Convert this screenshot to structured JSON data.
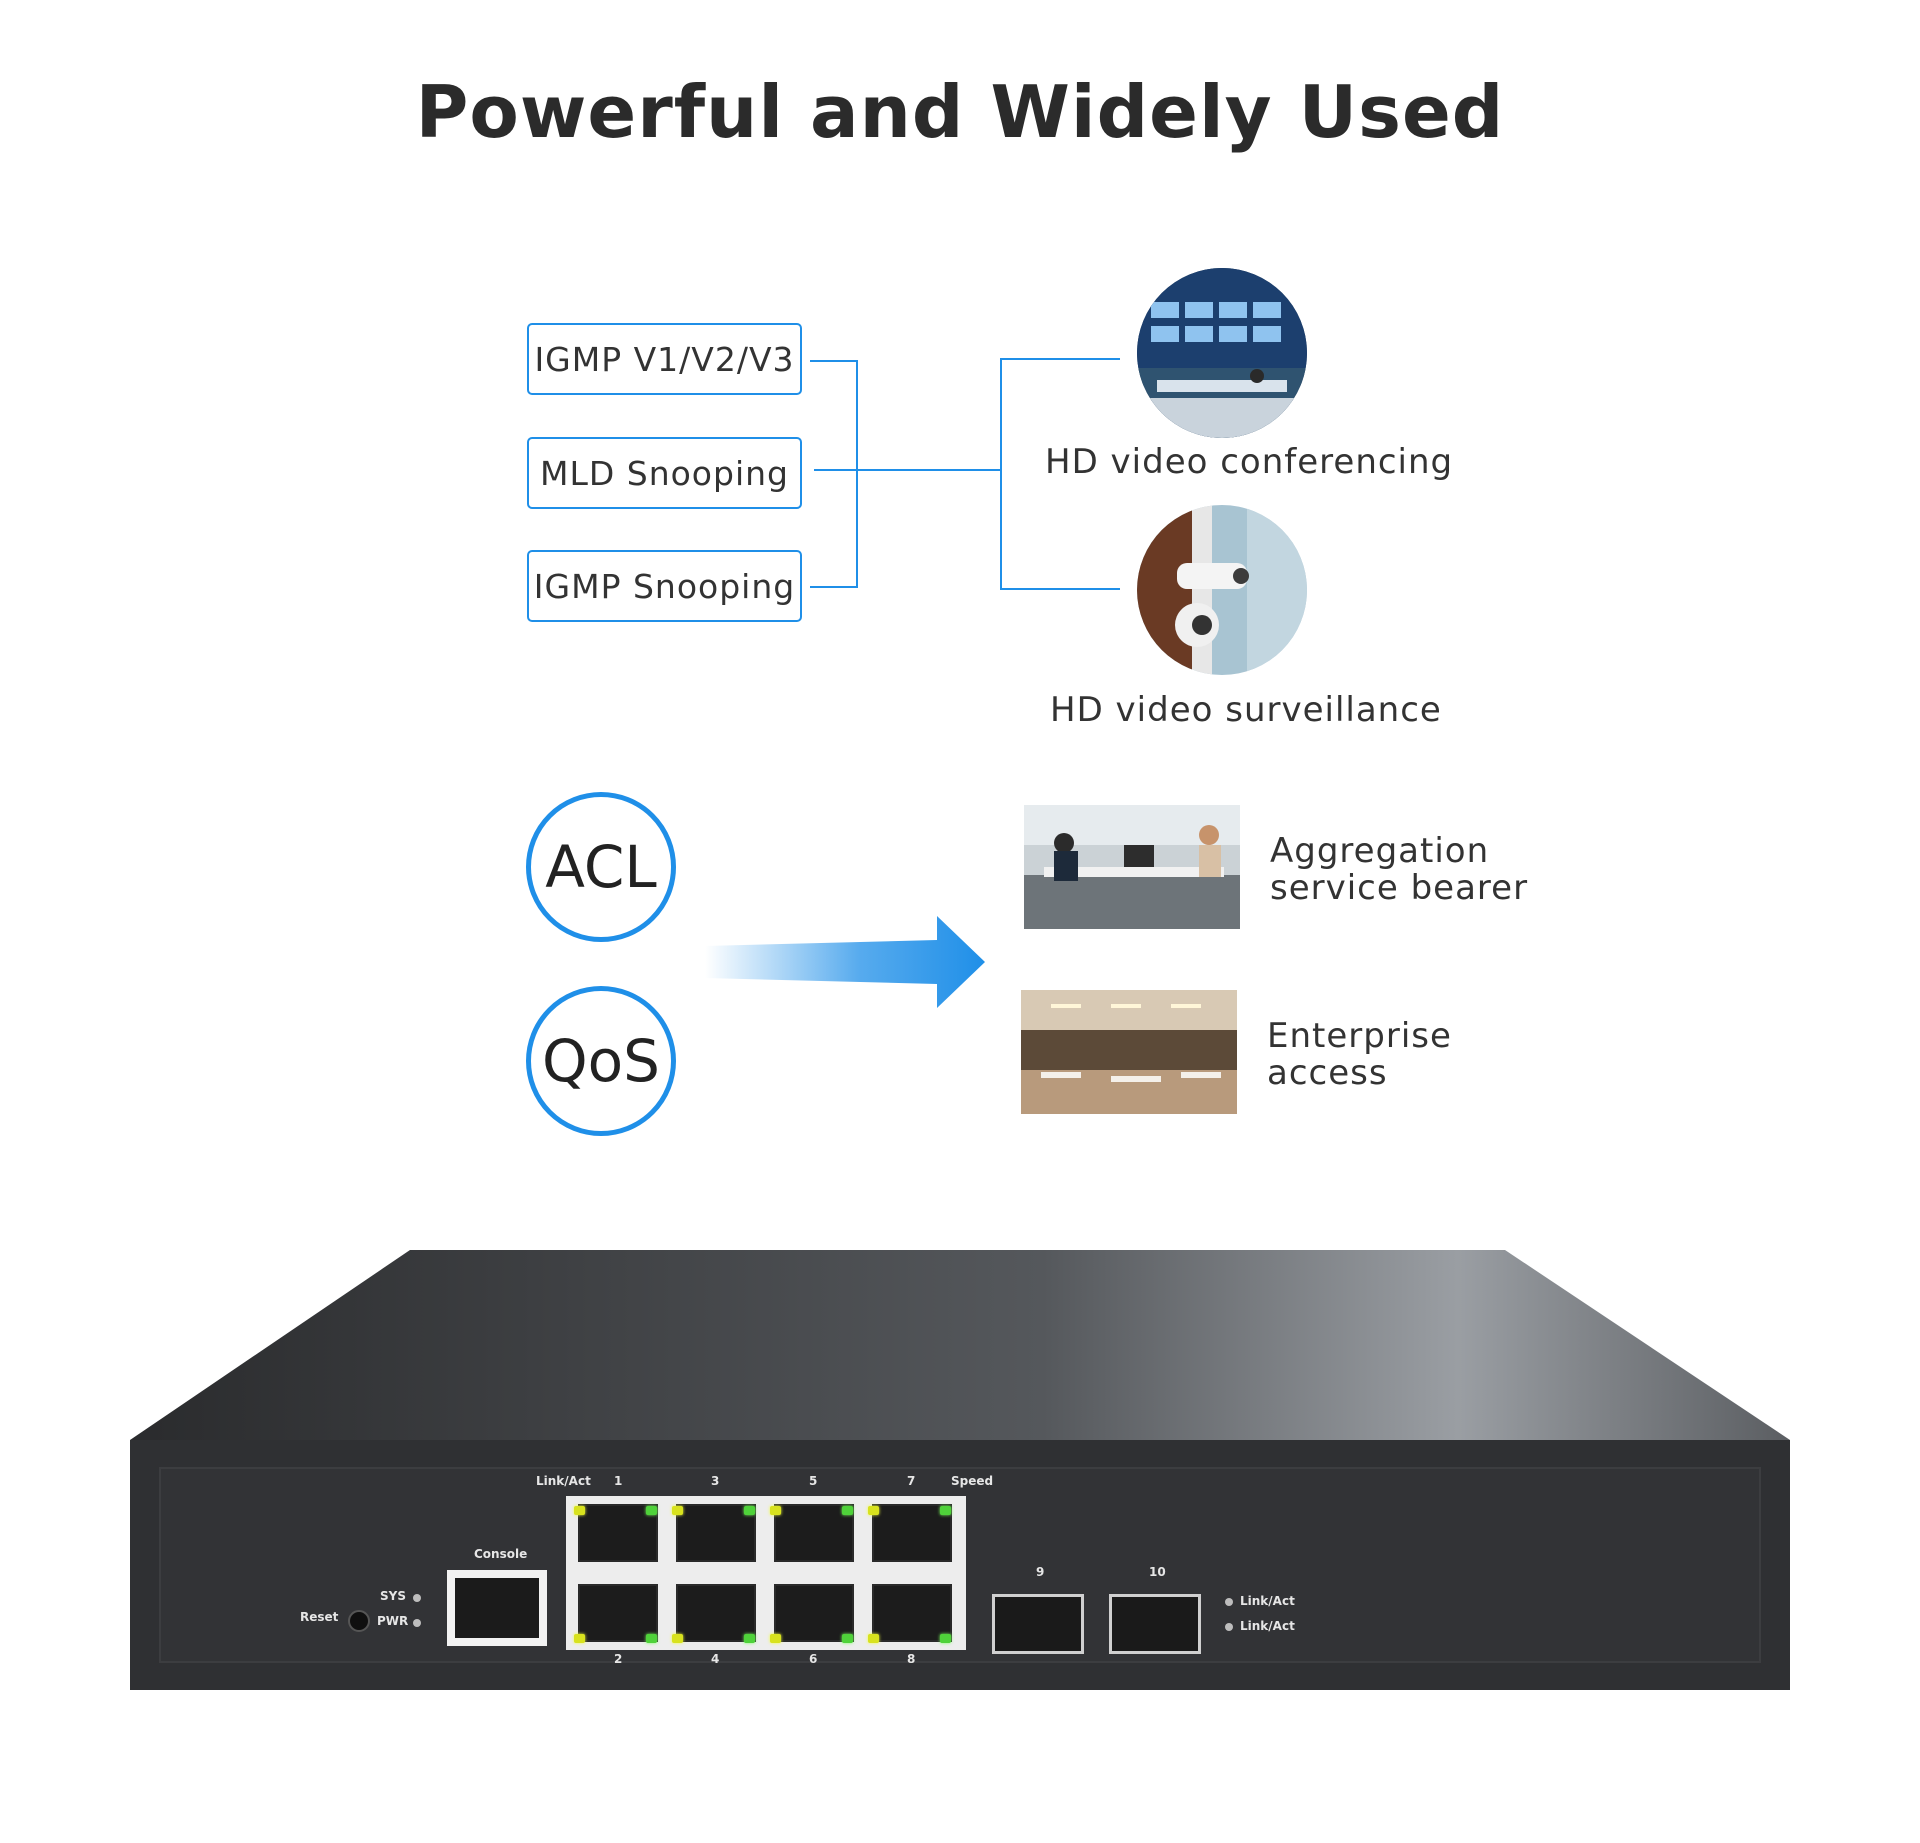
{
  "title": "Powerful and Widely Used",
  "features": {
    "boxes": [
      "IGMP V1/V2/V3",
      "MLD Snooping",
      "IGMP Snooping"
    ],
    "applications": [
      "HD video conferencing",
      "HD video surveillance"
    ]
  },
  "security": {
    "badges": [
      "ACL",
      "QoS"
    ],
    "scenarios": [
      {
        "line1": "Aggregation",
        "line2": "service bearer"
      },
      {
        "line1": "Enterprise",
        "line2": "access"
      }
    ]
  },
  "device": {
    "link_act_label": "Link/Act",
    "speed_label": "Speed",
    "console_label": "Console",
    "reset_label": "Reset",
    "sys_label": "SYS",
    "pwr_label": "PWR",
    "top_ports": [
      "1",
      "3",
      "5",
      "7"
    ],
    "bottom_ports": [
      "2",
      "4",
      "6",
      "8"
    ],
    "sfp_ports": [
      "9",
      "10"
    ],
    "sfp_status": [
      "Link/Act",
      "Link/Act"
    ]
  },
  "colors": {
    "accent": "#1f8fe8",
    "device_body": "#2e2f31",
    "led_yellow": "#d8e21e",
    "led_green": "#4fd23a"
  }
}
